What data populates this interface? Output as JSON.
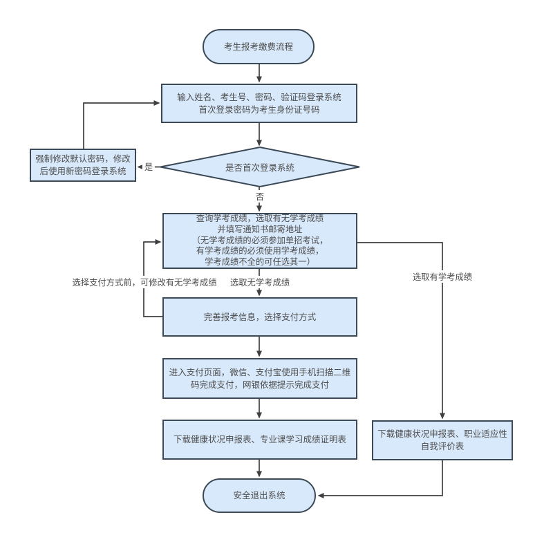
{
  "colors": {
    "background": "#ffffff",
    "node_fill": "#d8e9fb",
    "node_border": "#3b4856",
    "connector": "#3f3f3f",
    "text": "#4d4d4d"
  },
  "flowchart": {
    "nodes": {
      "start": {
        "label": "考生报考缴费流程"
      },
      "login": {
        "lines": [
          "输入姓名、考生号、密码、验证码登录系统",
          "首次登录密码为考生身份证号码"
        ]
      },
      "first_login_decision": {
        "label": "是否首次登录系统"
      },
      "force_password_change": {
        "lines": [
          "强制修改默认密码，修改",
          "后使用新密码登录系统"
        ]
      },
      "query_scores": {
        "lines": [
          "查询学考成绩，选取有无学考成绩",
          "并填写通知书邮寄地址",
          "（无学考成绩的必须参加单招考试，",
          "有学考成绩的必须使用学考成绩，",
          "学考成绩不全的可任选其一）"
        ]
      },
      "complete_info": {
        "label": "完善报考信息，选择支付方式"
      },
      "payment": {
        "lines": [
          "进入支付页面，微信、支付宝使用手机扫描二维",
          "码完成支付，网银依据提示完成支付"
        ]
      },
      "download_no_scores": {
        "label": "下载健康状况申报表、专业课学习成绩证明表"
      },
      "download_with_scores": {
        "lines": [
          "下载健康状况申报表、职业适应性",
          "自我评价表"
        ]
      },
      "end": {
        "label": "安全退出系统"
      }
    },
    "edge_labels": {
      "yes": "是",
      "no": "否",
      "modify_before_payment": "选择支付方式前，可修改有无学考成绩",
      "no_scores": "选取无学考成绩",
      "with_scores": "选取有学考成绩"
    }
  }
}
